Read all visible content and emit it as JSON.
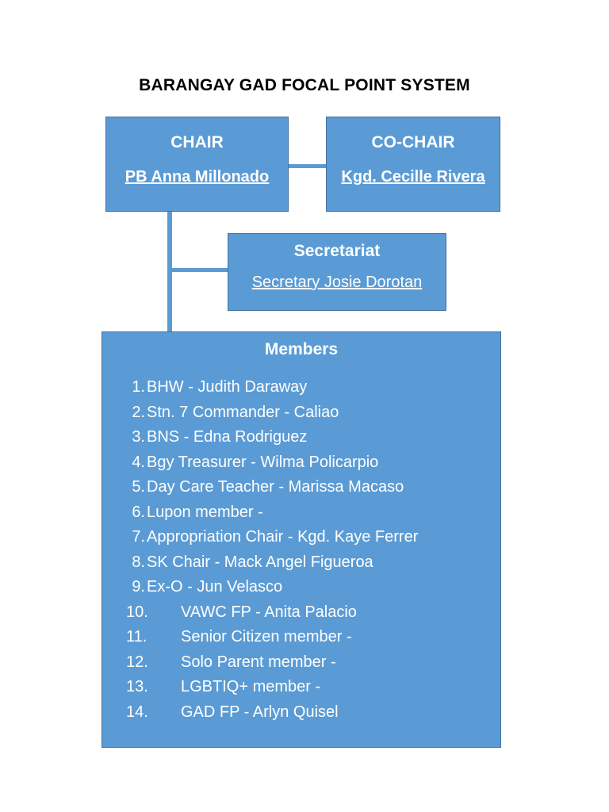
{
  "title": "BARANGAY GAD FOCAL POINT SYSTEM",
  "chair": {
    "heading": "CHAIR",
    "name": "PB Anna Millonado"
  },
  "cochair": {
    "heading": "CO-CHAIR",
    "name": "Kgd. Cecille Rivera"
  },
  "secretariat": {
    "heading": "Secretariat",
    "name": "Secretary Josie Dorotan"
  },
  "members": {
    "heading": "Members",
    "items": [
      {
        "num": "1.",
        "text": "BHW - Judith Daraway"
      },
      {
        "num": "2.",
        "text": "Stn. 7 Commander - Caliao"
      },
      {
        "num": "3.",
        "text": "BNS - Edna Rodriguez"
      },
      {
        "num": "4.",
        "text": "Bgy Treasurer - Wilma Policarpio"
      },
      {
        "num": "5.",
        "text": "Day Care Teacher - Marissa Macaso"
      },
      {
        "num": "6.",
        "text": "Lupon member -"
      },
      {
        "num": "7.",
        "text": "Appropriation Chair - Kgd. Kaye Ferrer"
      },
      {
        "num": "8.",
        "text": "SK Chair - Mack Angel Figueroa"
      },
      {
        "num": "9.",
        "text": "Ex-O - Jun Velasco"
      },
      {
        "num": "10.",
        "text": "VAWC FP - Anita Palacio"
      },
      {
        "num": "11.",
        "text": "Senior Citizen member -"
      },
      {
        "num": "12.",
        "text": "Solo Parent member -"
      },
      {
        "num": "13.",
        "text": "LGBTIQ+ member -"
      },
      {
        "num": "14.",
        "text": "GAD FP - Arlyn Quisel"
      }
    ]
  },
  "colors": {
    "box_fill": "#5b9bd5",
    "box_border": "#41719c",
    "box_text": "#ffffff",
    "title_text": "#000000"
  }
}
